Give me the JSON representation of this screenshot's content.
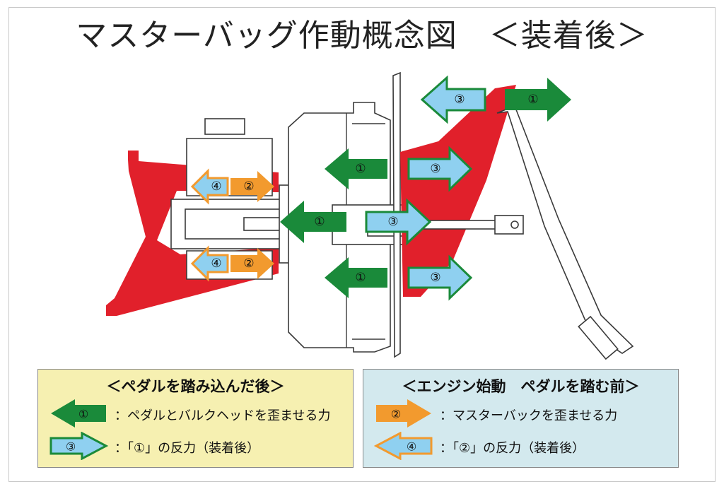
{
  "title": "マスターバッグ作動概念図　＜装着後＞",
  "colors": {
    "force_green": "#1a8a3a",
    "reaction_blue": "#8fd0f0",
    "reaction_blue_border": "#1a8a3a",
    "master_bag_orange": "#f29a2e",
    "reaction4_border": "#f29a2e",
    "bracket_red": "#e1202b",
    "legend_left_bg": "#f6f0b1",
    "legend_right_bg": "#d3e9ee"
  },
  "labels": {
    "one": "①",
    "two": "②",
    "three": "③",
    "four": "④"
  },
  "legend_left": {
    "title": "＜ペダルを踏み込んだ後＞",
    "items": [
      {
        "symbol": "①",
        "arrow": "green-left",
        "text": "：ペダルとバルクヘッドを歪ませる力"
      },
      {
        "symbol": "③",
        "arrow": "blue-right",
        "text": "：「①」の反力（装着後）"
      }
    ]
  },
  "legend_right": {
    "title": "＜エンジン始動　ペダルを踏む前＞",
    "items": [
      {
        "symbol": "②",
        "arrow": "orange-right",
        "text": "：マスターバックを歪ませる力"
      },
      {
        "symbol": "④",
        "arrow": "blue-left-orange",
        "text": "：「②」の反力（装着後）"
      }
    ]
  }
}
